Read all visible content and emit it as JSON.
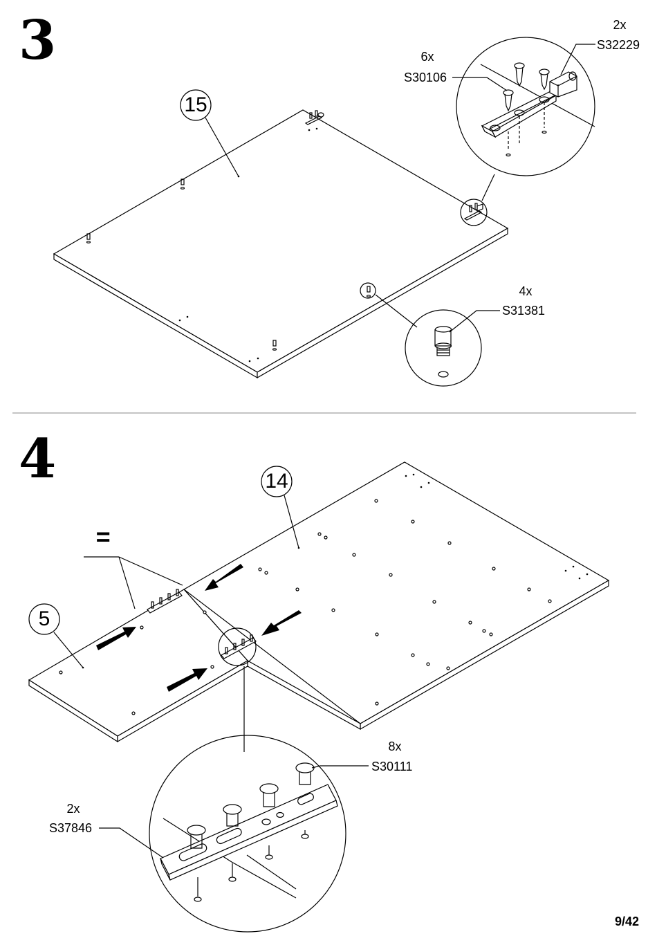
{
  "page": "9/42",
  "steps": [
    {
      "number": "3",
      "panel_callout": "15",
      "parts": [
        {
          "qty": "6x",
          "code": "S30106"
        },
        {
          "qty": "2x",
          "code": "S32229"
        },
        {
          "qty": "4x",
          "code": "S31381"
        }
      ]
    },
    {
      "number": "4",
      "equal_symbol": "=",
      "panel_callouts": [
        "14",
        "5"
      ],
      "parts": [
        {
          "qty": "8x",
          "code": "S30111"
        },
        {
          "qty": "2x",
          "code": "S37846"
        }
      ]
    }
  ]
}
